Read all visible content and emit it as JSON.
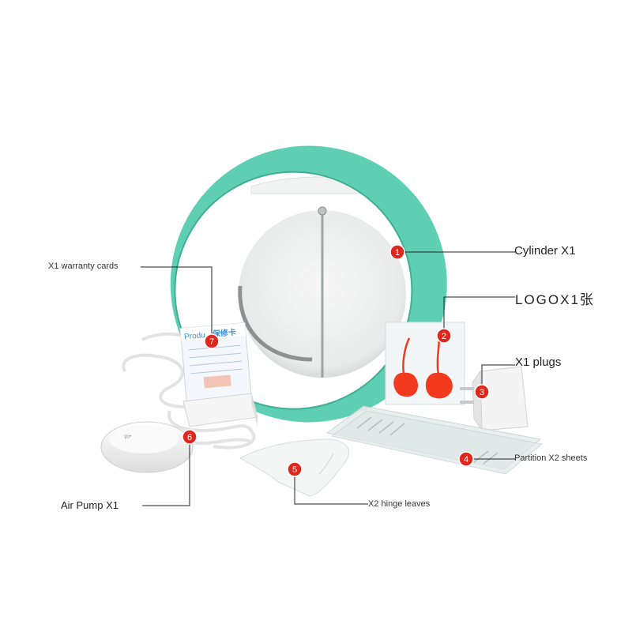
{
  "callouts": [
    {
      "number": "1",
      "label": "Cylinder X1"
    },
    {
      "number": "2",
      "label": "LOGOX1张"
    },
    {
      "number": "3",
      "label": "X1 plugs"
    },
    {
      "number": "4",
      "label": "Partition X2 sheets"
    },
    {
      "number": "5",
      "label": "X2 hinge leaves"
    },
    {
      "number": "6",
      "label": "Air Pump X1"
    },
    {
      "number": "7",
      "label": "X1 warranty cards"
    }
  ],
  "warranty_card": {
    "header": "Produ",
    "title": "保修卡"
  },
  "colors": {
    "ring": "#5fcfb4",
    "marker": "#e0271e",
    "cherry": "#f23a1f",
    "leader": "#222222"
  }
}
